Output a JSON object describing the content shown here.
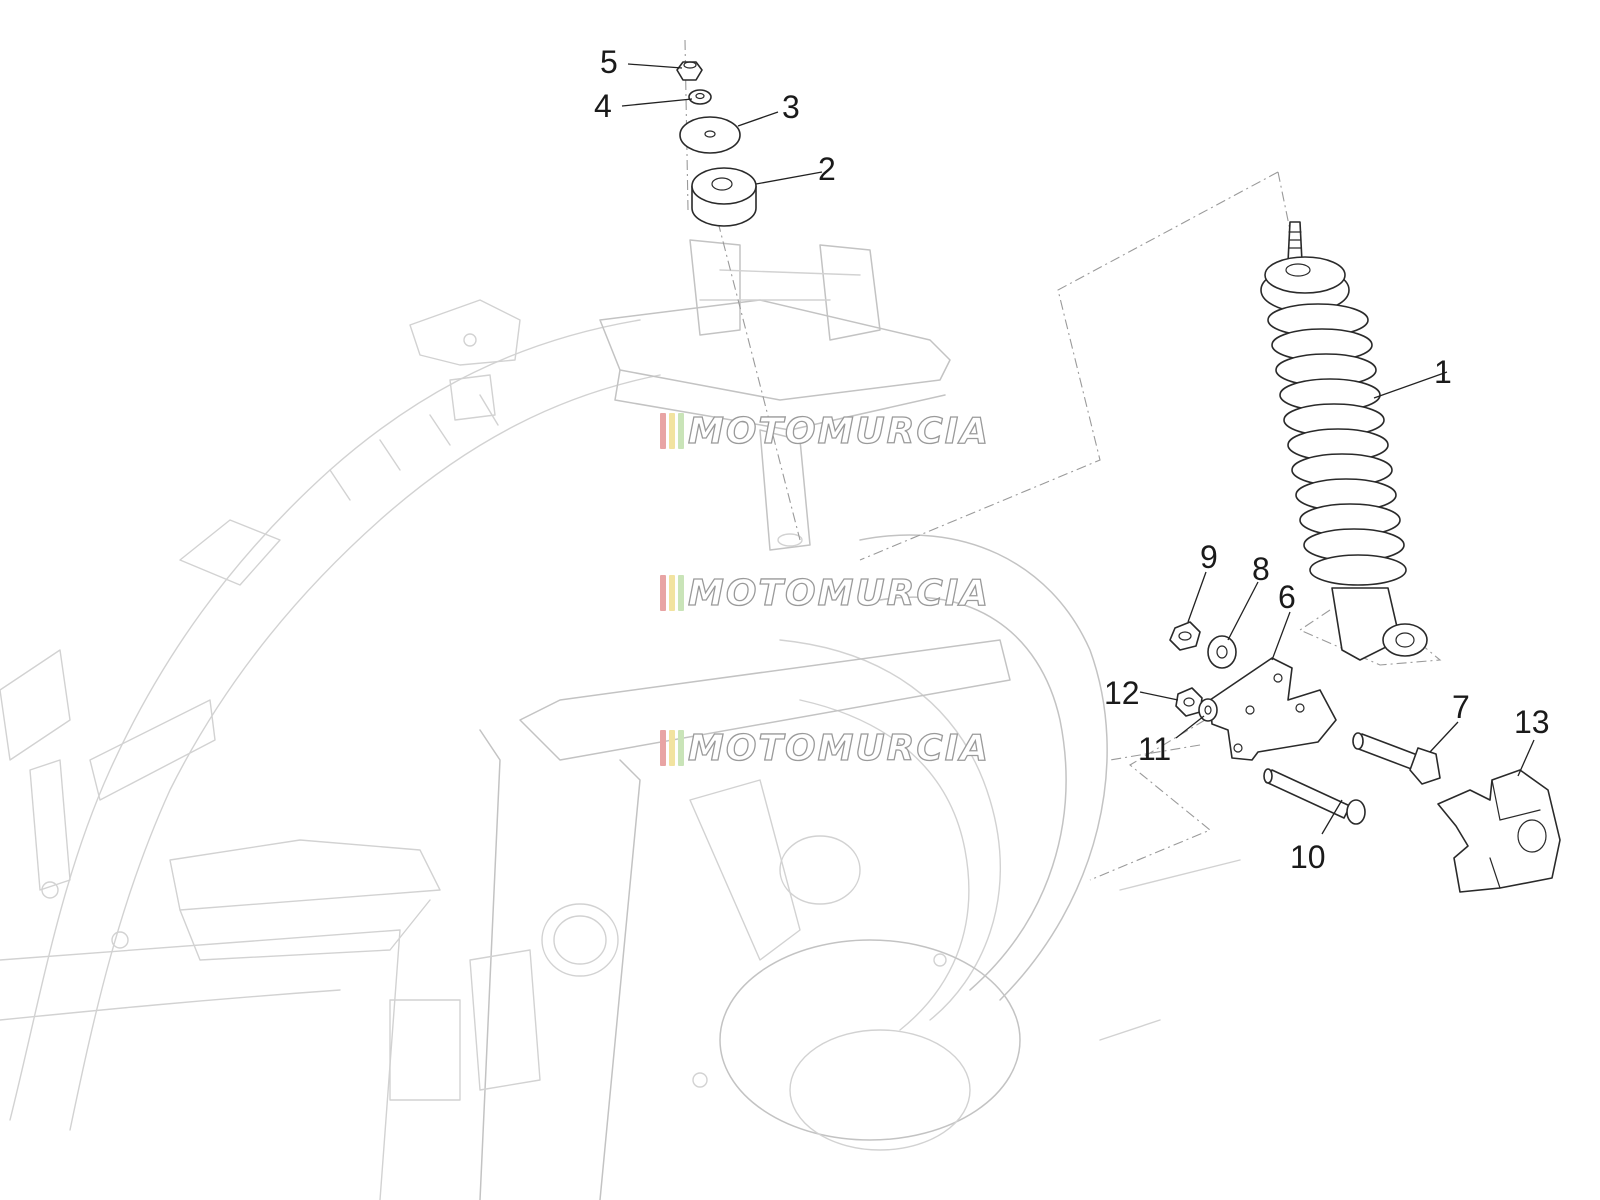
{
  "watermark": {
    "text": "MOTOMURCIA",
    "bar_colors": [
      "#e8a4a4",
      "#f2e3a0",
      "#c9e4b8"
    ]
  },
  "callouts": [
    {
      "number": "1",
      "part": "shock-absorber"
    },
    {
      "number": "2",
      "part": "rubber-bushing"
    },
    {
      "number": "3",
      "part": "flat-washer"
    },
    {
      "number": "4",
      "part": "small-washer"
    },
    {
      "number": "5",
      "part": "top-nut"
    },
    {
      "number": "6",
      "part": "mounting-bracket"
    },
    {
      "number": "7",
      "part": "flanged-bolt"
    },
    {
      "number": "8",
      "part": "bracket-washer"
    },
    {
      "number": "9",
      "part": "bracket-nut"
    },
    {
      "number": "10",
      "part": "socket-screw"
    },
    {
      "number": "11",
      "part": "lower-washer"
    },
    {
      "number": "12",
      "part": "lower-nut"
    },
    {
      "number": "13",
      "part": "shock-mount-support"
    }
  ]
}
